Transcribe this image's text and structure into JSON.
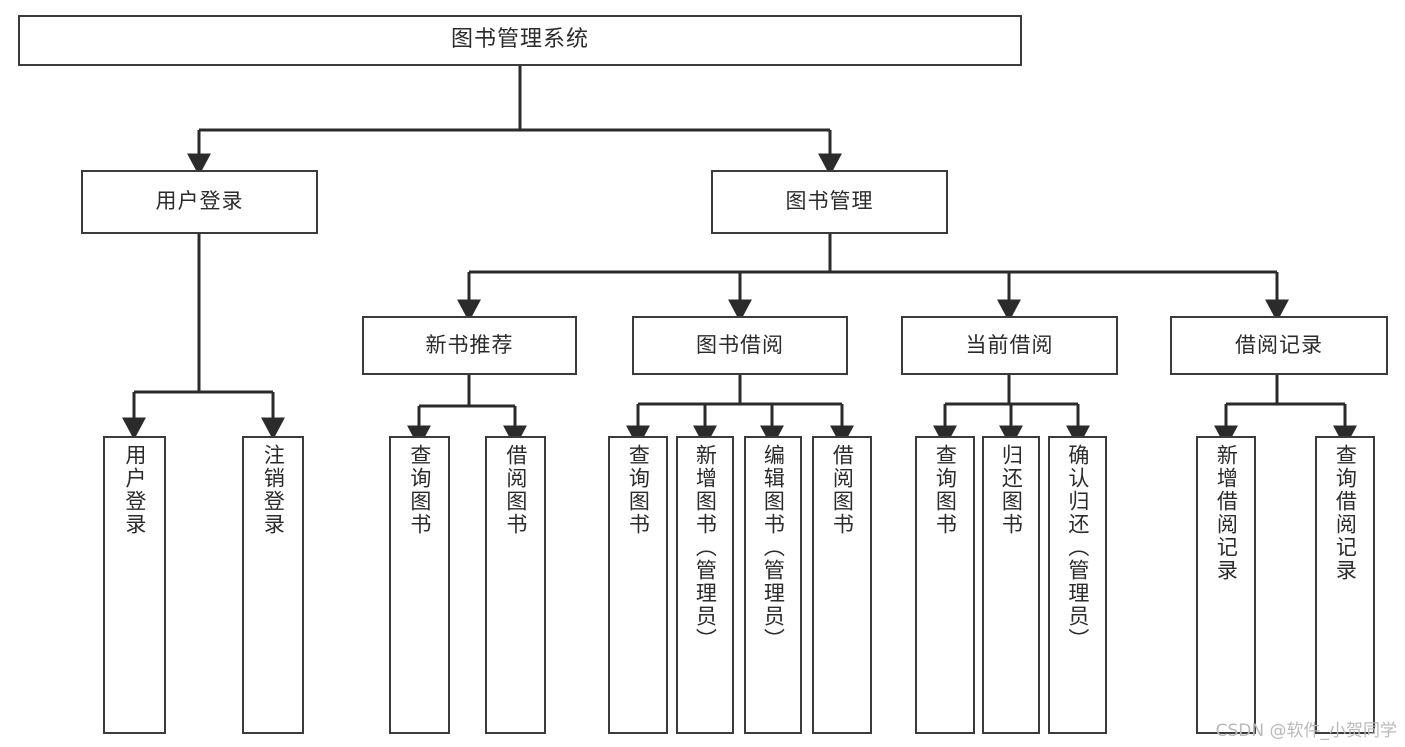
{
  "diagram": {
    "title": "图书管理系统",
    "type": "tree",
    "colors": {
      "box_border": "#3b3b3b",
      "box_fill": "#ffffff",
      "line": "#2b2b2b",
      "text": "#2b2b2b",
      "watermark": "#b9b9b9",
      "background": "#ffffff"
    },
    "root": {
      "label": "图书管理系统"
    },
    "level2": [
      {
        "label": "用户登录"
      },
      {
        "label": "图书管理"
      }
    ],
    "level3": [
      {
        "label": "新书推荐"
      },
      {
        "label": "图书借阅"
      },
      {
        "label": "当前借阅"
      },
      {
        "label": "借阅记录"
      }
    ],
    "leaves": {
      "user_login": [
        {
          "label": "用户登录"
        },
        {
          "label": "注销登录"
        }
      ],
      "new_book": [
        {
          "label": "查询图书"
        },
        {
          "label": "借阅图书"
        }
      ],
      "book_borrow": [
        {
          "label": "查询图书"
        },
        {
          "label": "新增图书（管理员）"
        },
        {
          "label": "编辑图书（管理员）"
        },
        {
          "label": "借阅图书"
        }
      ],
      "current_borrow": [
        {
          "label": "查询图书"
        },
        {
          "label": "归还图书"
        },
        {
          "label": "确认归还（管理员）"
        }
      ],
      "borrow_record": [
        {
          "label": "新增借阅记录"
        },
        {
          "label": "查询借阅记录"
        }
      ]
    }
  },
  "watermark": {
    "text": "CSDN @软件_小贺同学"
  }
}
